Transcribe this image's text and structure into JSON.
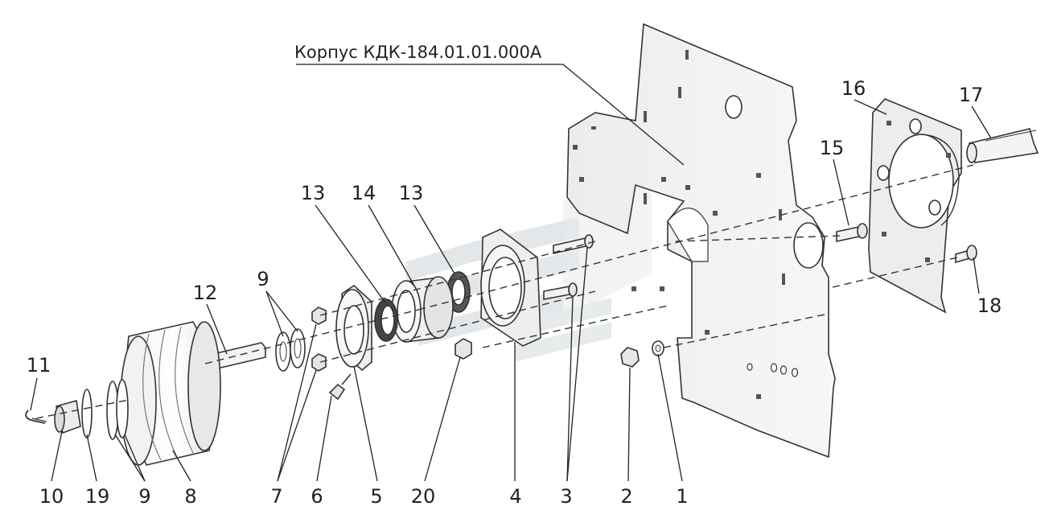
{
  "diagram": {
    "title": "Корпус КДК-184.01.01.000А",
    "labels": {
      "p1": "1",
      "p2": "2",
      "p3": "3",
      "p4": "4",
      "p5": "5",
      "p6": "6",
      "p7": "7",
      "p8": "8",
      "p9a": "9",
      "p9b": "9",
      "p10": "10",
      "p11": "11",
      "p12": "12",
      "p13a": "13",
      "p13b": "13",
      "p14": "14",
      "p15": "15",
      "p16": "16",
      "p17": "17",
      "p18": "18",
      "p19": "19",
      "p20": "20"
    },
    "colors": {
      "line": "#333333",
      "part_fill": "#f2f2f2",
      "shade": "#d9d9d9",
      "watermark": "#cfd5d8"
    }
  }
}
